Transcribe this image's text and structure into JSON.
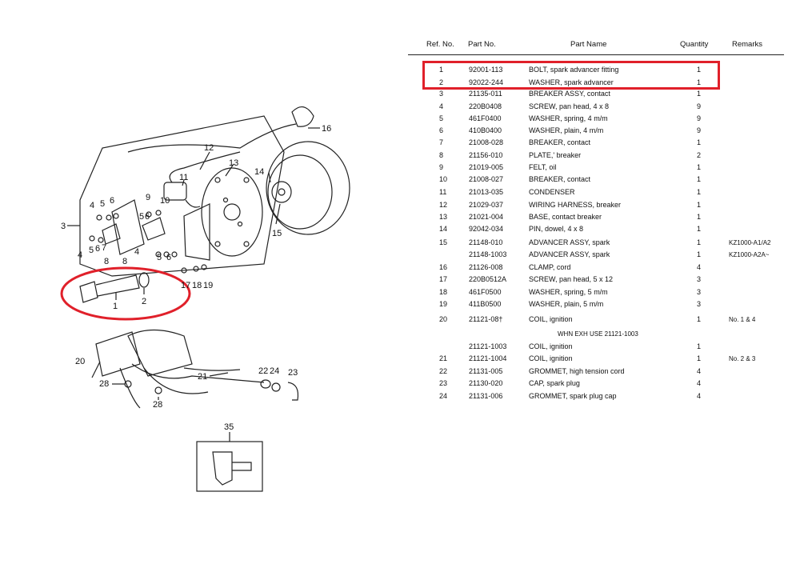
{
  "diagram": {
    "callouts": [
      "1",
      "2",
      "3",
      "4",
      "5",
      "6",
      "7",
      "8",
      "9",
      "10",
      "11",
      "12",
      "13",
      "14",
      "15",
      "16",
      "17",
      "18",
      "19",
      "20",
      "21",
      "22",
      "23",
      "24",
      "28",
      "35"
    ]
  },
  "table": {
    "headers": {
      "ref": "Ref. No.",
      "part": "Part No.",
      "name": "Part Name",
      "qty": "Quantity",
      "remarks": "Remarks"
    },
    "rows": [
      {
        "ref": "1",
        "part": "92001-113",
        "name": "BOLT, spark advancer fitting",
        "qty": "1",
        "remarks": ""
      },
      {
        "ref": "2",
        "part": "92022-244",
        "name": "WASHER, spark advancer",
        "qty": "1",
        "remarks": ""
      },
      {
        "ref": "3",
        "part": "21135-011",
        "name": "BREAKER ASSY, contact",
        "qty": "1",
        "remarks": ""
      },
      {
        "ref": "4",
        "part": "220B0408",
        "name": "SCREW, pan head, 4 x 8",
        "qty": "9",
        "remarks": ""
      },
      {
        "ref": "5",
        "part": "461F0400",
        "name": "WASHER, spring, 4 m/m",
        "qty": "9",
        "remarks": ""
      },
      {
        "ref": "6",
        "part": "410B0400",
        "name": "WASHER, plain, 4 m/m",
        "qty": "9",
        "remarks": ""
      },
      {
        "ref": "7",
        "part": "21008-028",
        "name": "BREAKER, contact",
        "qty": "1",
        "remarks": ""
      },
      {
        "ref": "8",
        "part": "21156-010",
        "name": "PLATE,' breaker",
        "qty": "2",
        "remarks": ""
      },
      {
        "ref": "9",
        "part": "21019-005",
        "name": "FELT, oil",
        "qty": "1",
        "remarks": ""
      },
      {
        "ref": "10",
        "part": "21008-027",
        "name": "BREAKER, contact",
        "qty": "1",
        "remarks": ""
      },
      {
        "ref": "11",
        "part": "21013-035",
        "name": "CONDENSER",
        "qty": "1",
        "remarks": ""
      },
      {
        "ref": "12",
        "part": "21029-037",
        "name": "WIRING HARNESS, breaker",
        "qty": "1",
        "remarks": ""
      },
      {
        "ref": "13",
        "part": "21021-004",
        "name": "BASE, contact breaker",
        "qty": "1",
        "remarks": ""
      },
      {
        "ref": "14",
        "part": "92042-034",
        "name": "PIN, dowel, 4 x 8",
        "qty": "1",
        "remarks": ""
      },
      {
        "ref": "15",
        "part": "21148-010",
        "name": "ADVANCER ASSY, spark",
        "qty": "1",
        "remarks": "KZ1000-A1/A2"
      },
      {
        "ref": "",
        "part": "21148-1003",
        "name": "ADVANCER ASSY, spark",
        "qty": "1",
        "remarks": "KZ1000-A2A~"
      },
      {
        "ref": "16",
        "part": "21126-008",
        "name": "CLAMP, cord",
        "qty": "4",
        "remarks": ""
      },
      {
        "ref": "17",
        "part": "220B0512A",
        "name": "SCREW, pan head, 5 x 12",
        "qty": "3",
        "remarks": ""
      },
      {
        "ref": "18",
        "part": "461F0500",
        "name": "WASHER, spring, 5 m/m",
        "qty": "3",
        "remarks": ""
      },
      {
        "ref": "19",
        "part": "411B0500",
        "name": "WASHER, plain, 5 m/m",
        "qty": "3",
        "remarks": ""
      },
      {
        "ref": "20",
        "part": "21121-08†",
        "name": "COIL, ignition",
        "qty": "1",
        "remarks": "No. 1 & 4"
      },
      {
        "ref": "",
        "part": "21121-1003",
        "name": "COIL, ignition",
        "qty": "1",
        "remarks": ""
      },
      {
        "ref": "21",
        "part": "21121-1004",
        "name": "COIL, ignition",
        "qty": "1",
        "remarks": "No. 2 & 3"
      },
      {
        "ref": "22",
        "part": "21131-005",
        "name": "GROMMET, high tension cord",
        "qty": "4",
        "remarks": ""
      },
      {
        "ref": "23",
        "part": "21130-020",
        "name": "CAP, spark plug",
        "qty": "4",
        "remarks": ""
      },
      {
        "ref": "24",
        "part": "21131-006",
        "name": "GROMMET, spark plug cap",
        "qty": "4",
        "remarks": ""
      }
    ],
    "note": "WHN EXH USE 21121-1003"
  }
}
